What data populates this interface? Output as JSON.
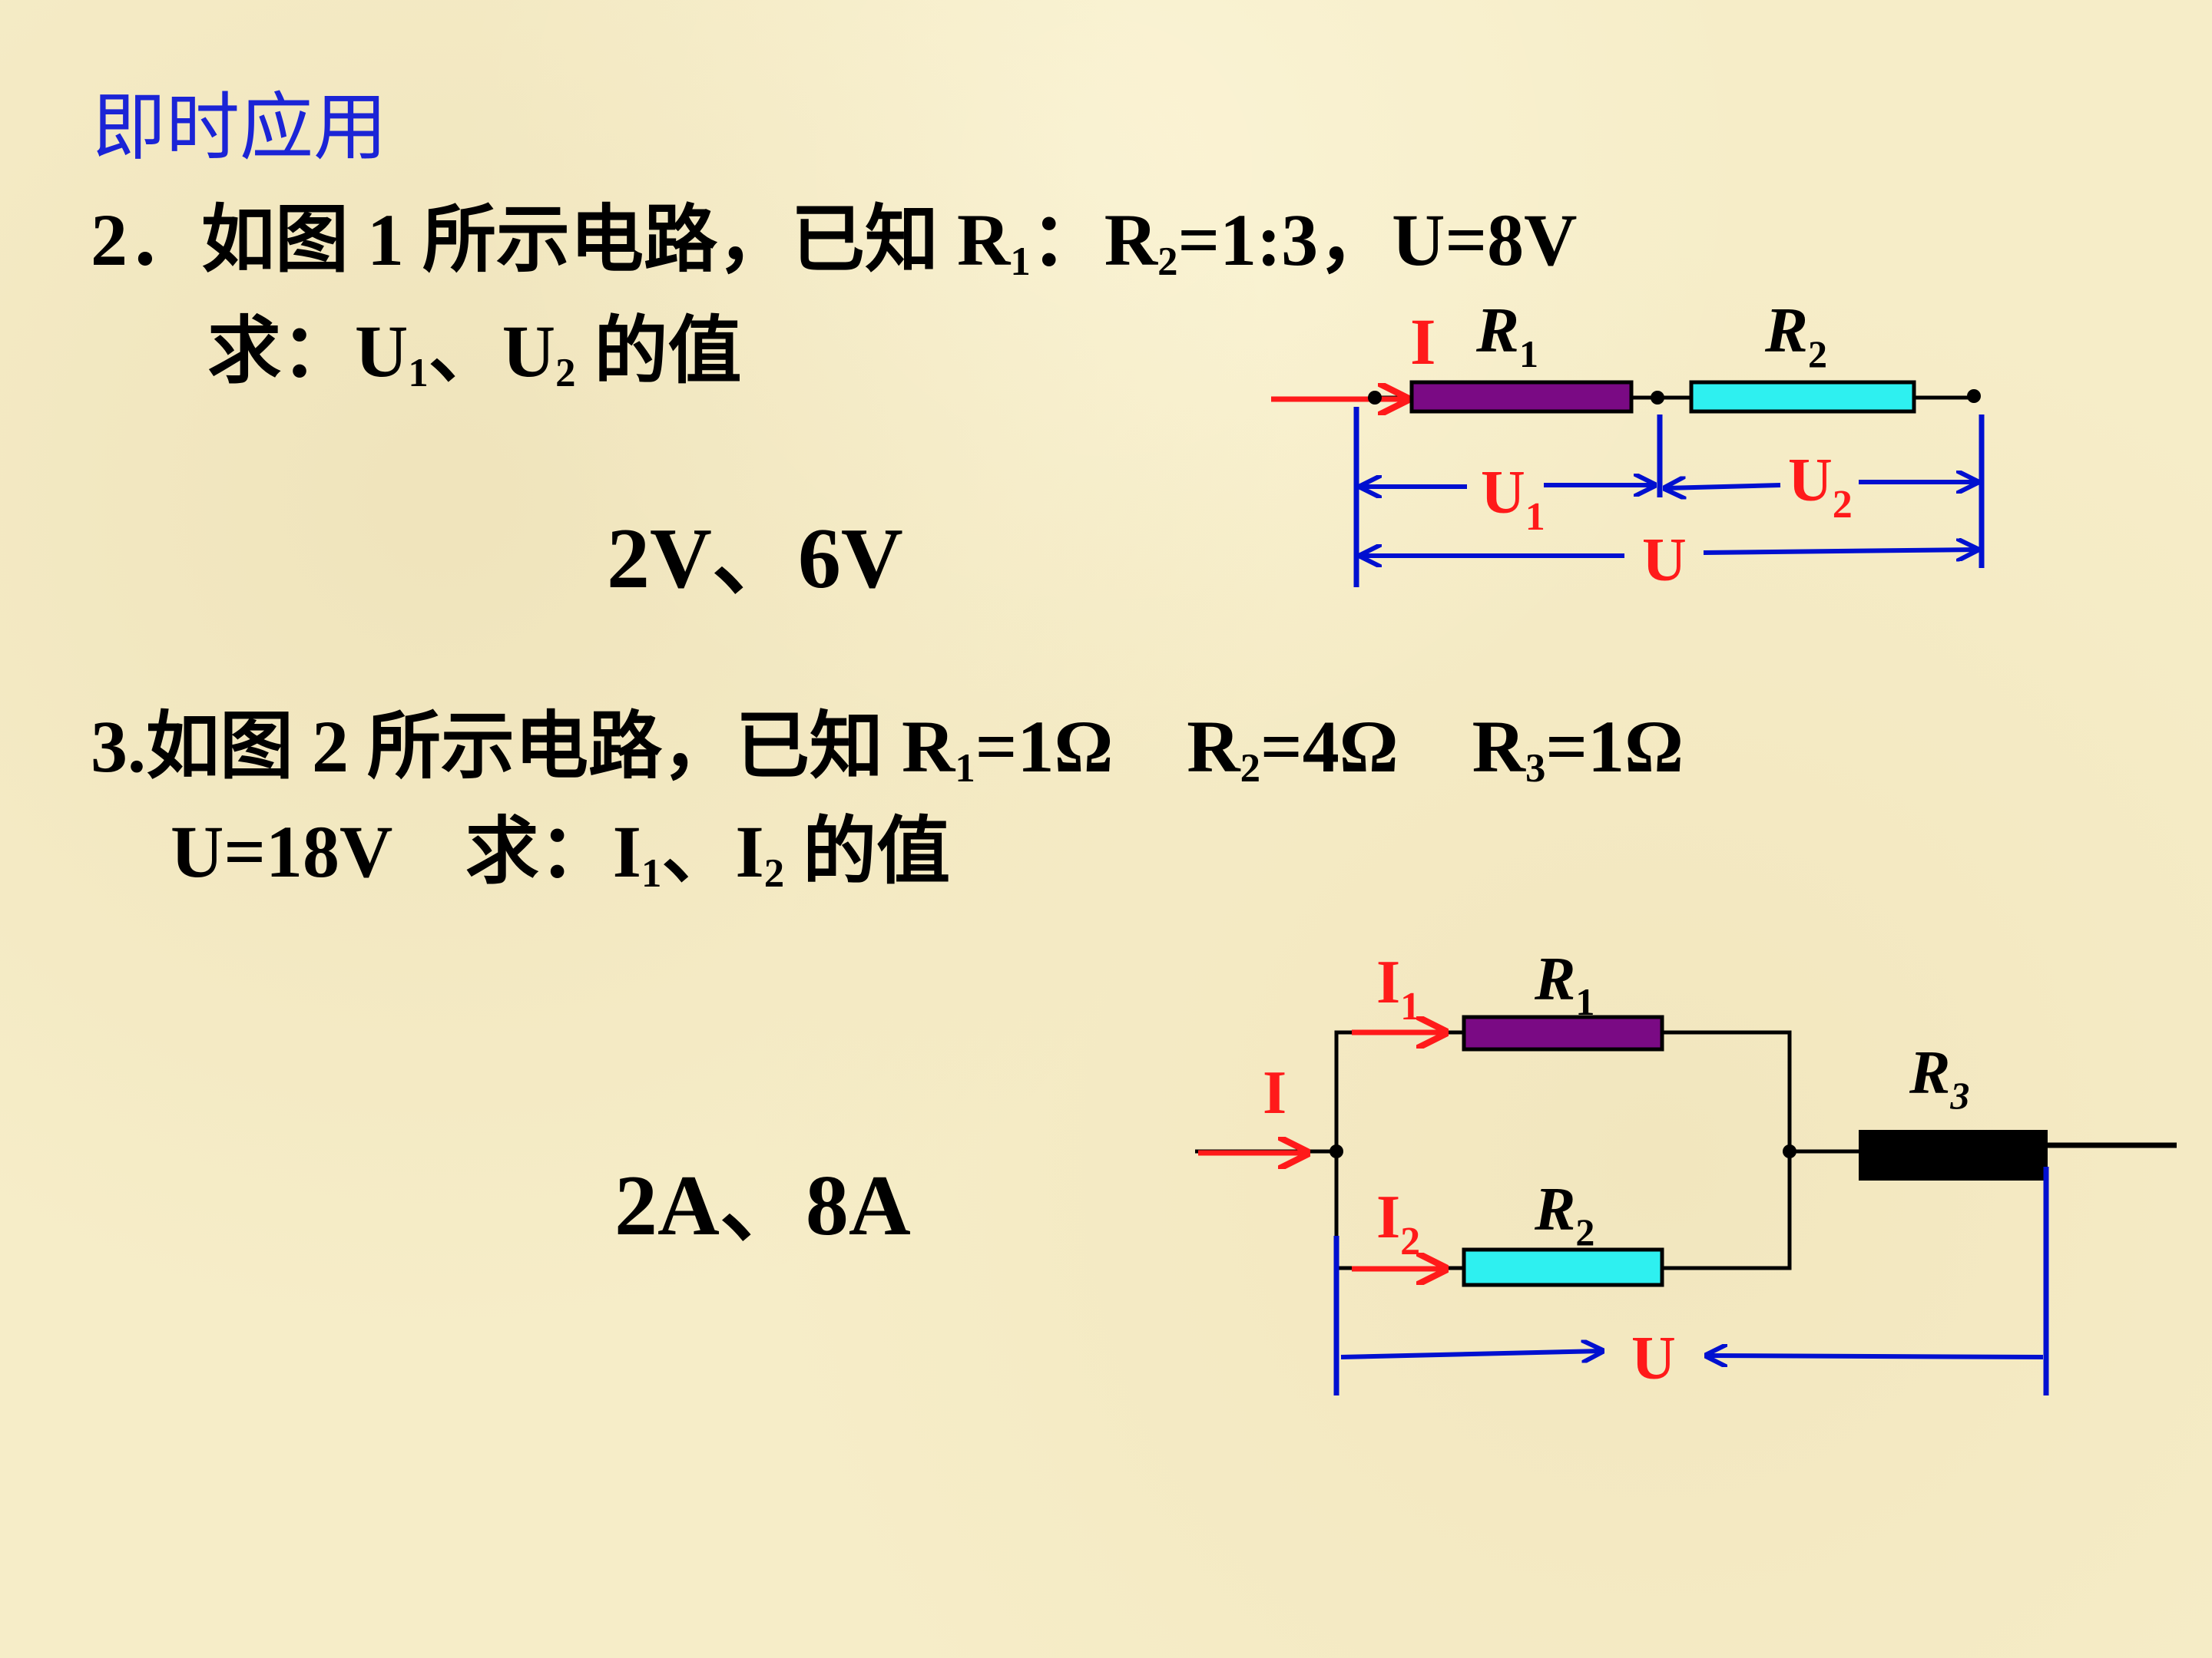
{
  "heading": "即时应用",
  "q2": {
    "line1": {
      "a": "2．如图 1 所示电路，已知 R",
      "s1": "1",
      "b": "：R",
      "s2": "2",
      "c": "=1:3，U=8V"
    },
    "line2": {
      "a": "求：U",
      "s1": "1",
      "b": "、U",
      "s2": "2",
      "c": " 的值"
    },
    "answer": "2V、6V"
  },
  "q3": {
    "line1": {
      "a": "3.如图 2 所示电路，已知 R",
      "s1": "1",
      "b": "=1Ω　R",
      "s2": "2",
      "c": "=4Ω　R",
      "s3": "3",
      "d": "=1Ω"
    },
    "line2": {
      "a": "U=18V　求：I",
      "s1": "1",
      "b": "、I",
      "s2": "2",
      "c": " 的值"
    },
    "answer": "2A、8A"
  },
  "circuit1": {
    "current_label": "I",
    "r1": {
      "letter": "R",
      "sub": "1",
      "color": "#7a0a84"
    },
    "r2": {
      "letter": "R",
      "sub": "2",
      "color": "#2ef0f0"
    },
    "u1": {
      "letter": "U",
      "sub": "1"
    },
    "u2": {
      "letter": "U",
      "sub": "2"
    },
    "u": "U"
  },
  "circuit2": {
    "current_label": "I",
    "i1": {
      "letter": "I",
      "sub": "1"
    },
    "i2": {
      "letter": "I",
      "sub": "2"
    },
    "r1": {
      "letter": "R",
      "sub": "1",
      "color": "#7a0a84"
    },
    "r2": {
      "letter": "R",
      "sub": "2",
      "color": "#2ef0f0"
    },
    "r3": {
      "letter": "R",
      "sub": "3",
      "color": "#000000"
    },
    "u": "U"
  },
  "colors": {
    "heading": "#1b24d6",
    "wire": "#000000",
    "arrow_red": "#ff1a1a",
    "measure_blue": "#0010d0"
  }
}
